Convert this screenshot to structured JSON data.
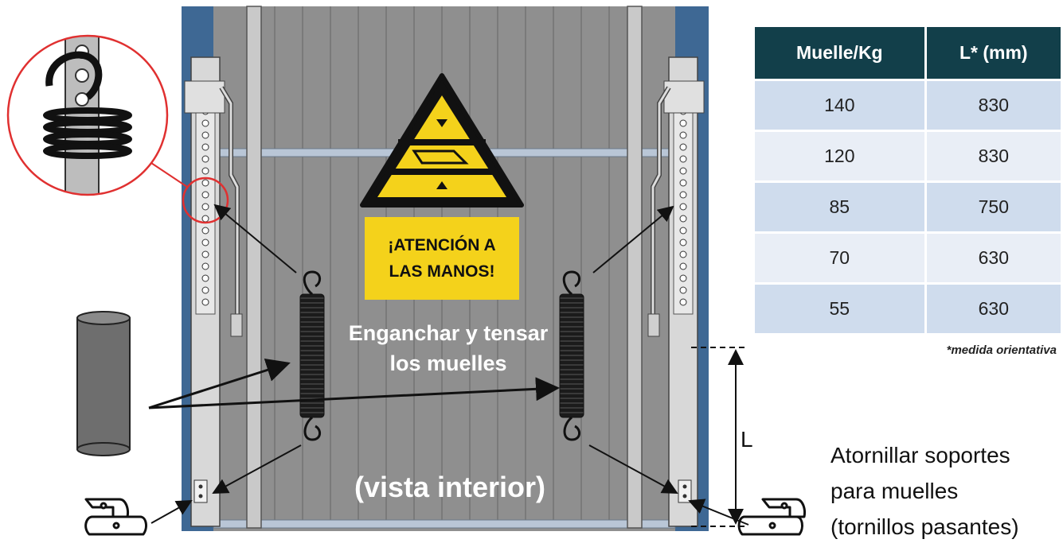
{
  "table": {
    "headers": [
      "Muelle/Kg",
      "L* (mm)"
    ],
    "rows": [
      [
        "140",
        "830"
      ],
      [
        "120",
        "830"
      ],
      [
        "85",
        "750"
      ],
      [
        "70",
        "630"
      ],
      [
        "55",
        "630"
      ]
    ],
    "note": "*medida orientativa"
  },
  "warning": {
    "line1": "¡ATENCIÓN A",
    "line2": "LAS MANOS!"
  },
  "instructions": {
    "hook_line1": "Enganchar y tensar",
    "hook_line2": "los muelles",
    "view_caption": "(vista interior)",
    "dimension_label": "L",
    "bracket_line1": "Atornillar soportes",
    "bracket_line2": "para muelles",
    "bracket_line3": "(tornillos pasantes)"
  },
  "colors": {
    "door_frame": "#3e6894",
    "door_panel": "#8f8f8f",
    "warning_yellow": "#f4d21b",
    "table_header": "#123f4a",
    "table_row_dark": "#cfdced",
    "table_row_light": "#e9eef6",
    "callout_circle": "#e03030"
  }
}
